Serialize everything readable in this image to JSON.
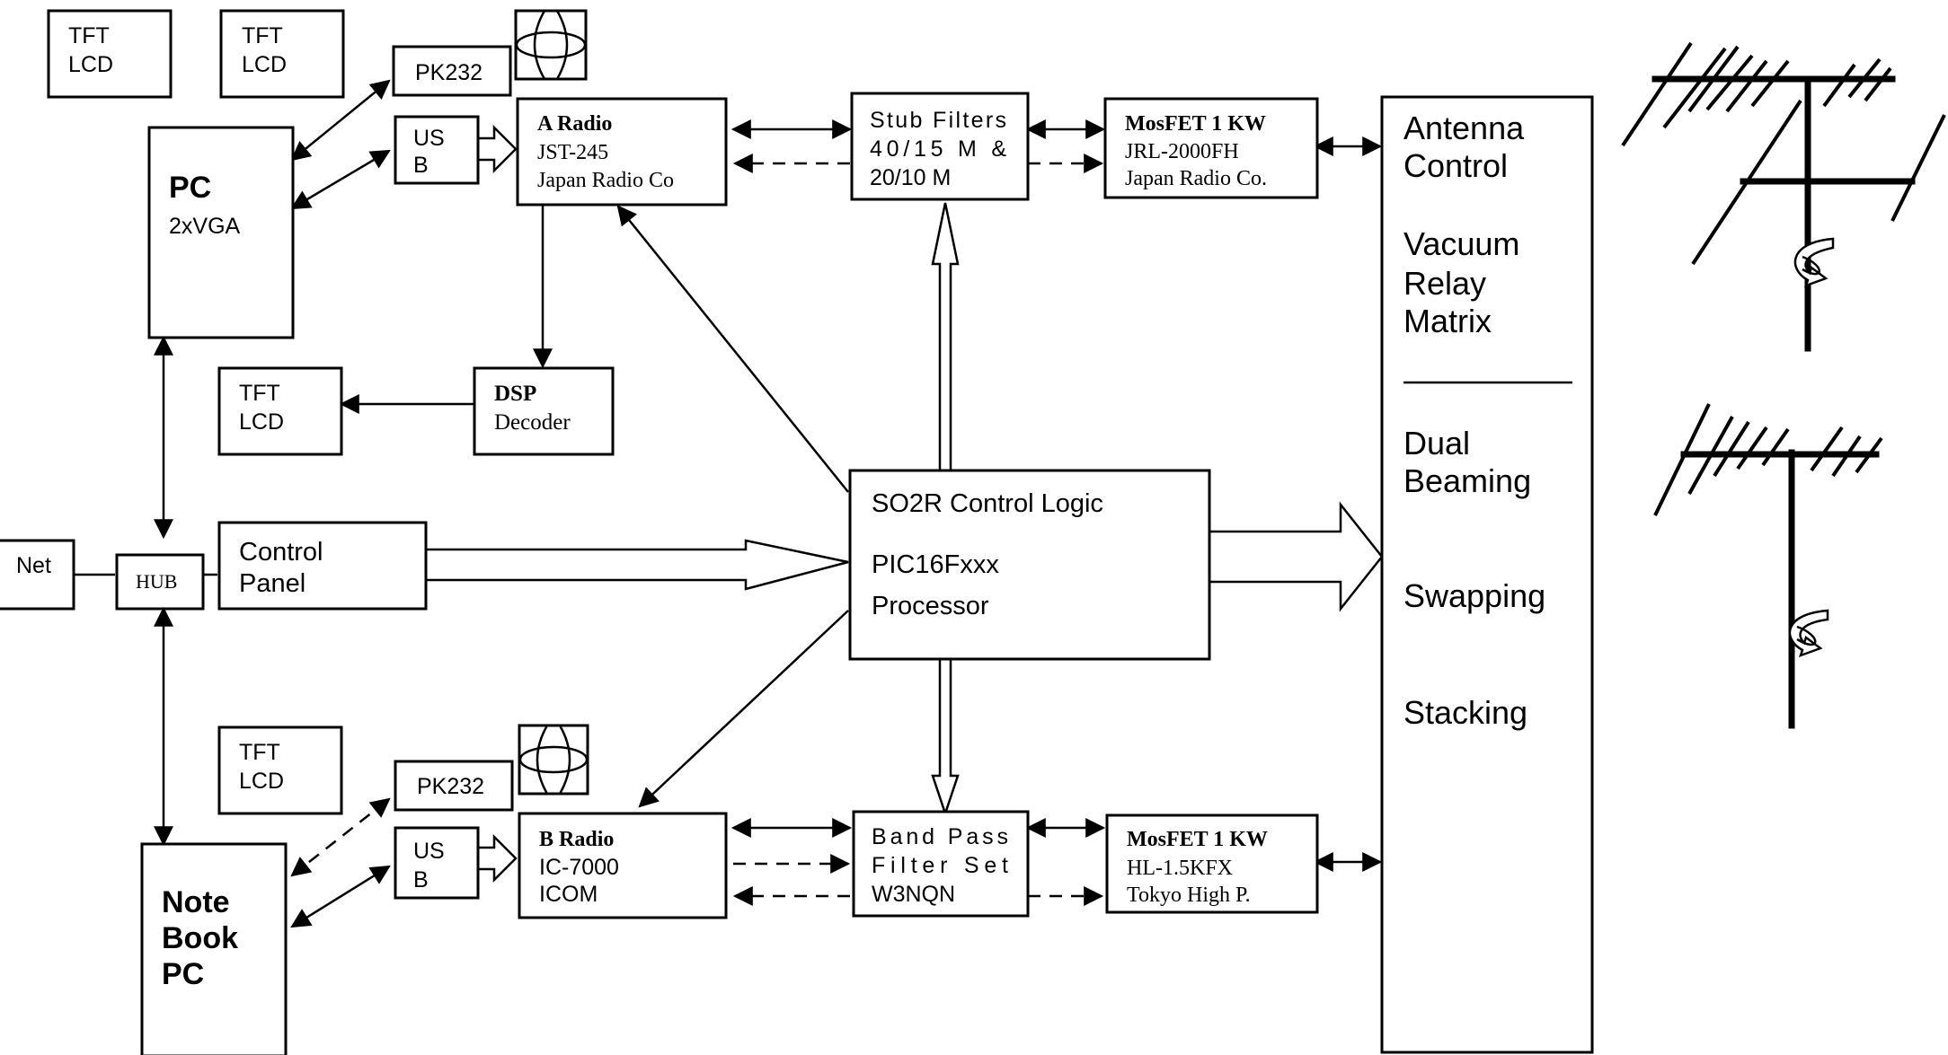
{
  "tft_lcd": {
    "top_left": [
      "TFT",
      "LCD"
    ],
    "top_mid": [
      "TFT",
      "LCD"
    ],
    "dsp_display": [
      "TFT",
      "LCD"
    ],
    "bottom": [
      "TFT",
      "LCD"
    ]
  },
  "pk232_top": "PK232",
  "pk232_bottom": "PK232",
  "usb_top": [
    "US",
    "B"
  ],
  "usb_bottom": [
    "US",
    "B"
  ],
  "pc": {
    "title": "PC",
    "subtitle": "2xVGA"
  },
  "notebook_pc": [
    "Note",
    "Book",
    "PC"
  ],
  "net": "Net",
  "hub": "HUB",
  "control_panel": [
    "Control",
    "Panel"
  ],
  "radio_a": {
    "title": "A Radio",
    "model": "JST-245",
    "maker": "Japan Radio Co"
  },
  "radio_b": {
    "title": "B Radio",
    "model": "IC-7000",
    "maker": "ICOM"
  },
  "dsp": {
    "title": "DSP",
    "subtitle": "Decoder"
  },
  "stub_filters": [
    "Stub Filters",
    "40/15 M &",
    "20/10 M"
  ],
  "band_pass": [
    "Band Pass",
    "Filter Set",
    "W3NQN"
  ],
  "amp_top": {
    "title": "MosFET 1 KW",
    "model": "JRL-2000FH",
    "maker": "Japan Radio Co."
  },
  "amp_bottom": {
    "title": "MosFET 1 KW",
    "model": "HL-1.5KFX",
    "maker": "Tokyo High P."
  },
  "so2r": {
    "title": "SO2R Control Logic",
    "chip": "PIC16Fxxx",
    "processor": "Processor"
  },
  "antenna_panel": {
    "antenna_control": [
      "Antenna",
      "Control"
    ],
    "vacuum_relay": [
      "Vacuum",
      "Relay",
      "Matrix"
    ],
    "dual_beaming": [
      "Dual",
      "Beaming"
    ],
    "swapping": "Swapping",
    "stacking": "Stacking"
  }
}
